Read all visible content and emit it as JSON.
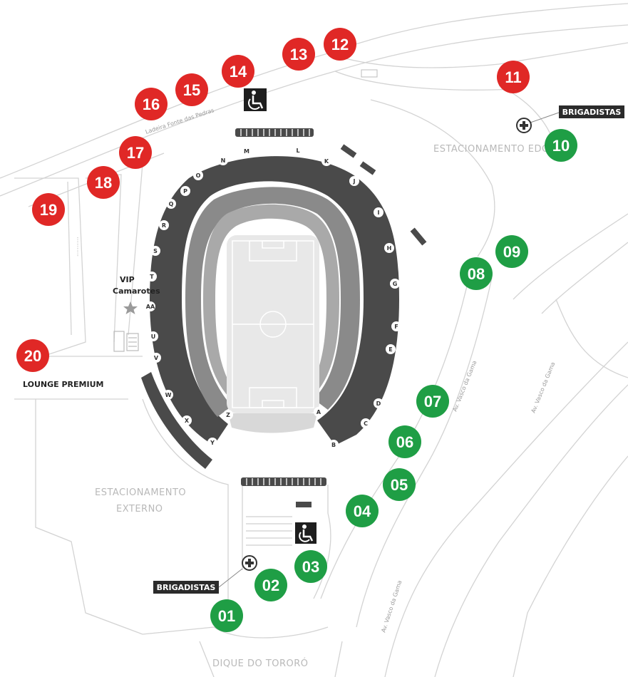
{
  "colors": {
    "gate_red": "#e02826",
    "gate_green": "#1f9e45",
    "stand_dark": "#4a4a4a",
    "stand_mid": "#7a7a7a",
    "field": "#e6e6e6",
    "road_line": "#cfcfcf"
  },
  "gates": [
    {
      "number": "01",
      "color": "green"
    },
    {
      "number": "02",
      "color": "green"
    },
    {
      "number": "03",
      "color": "green"
    },
    {
      "number": "04",
      "color": "green"
    },
    {
      "number": "05",
      "color": "green"
    },
    {
      "number": "06",
      "color": "green"
    },
    {
      "number": "07",
      "color": "green"
    },
    {
      "number": "08",
      "color": "green"
    },
    {
      "number": "09",
      "color": "green"
    },
    {
      "number": "10",
      "color": "green"
    },
    {
      "number": "11",
      "color": "red"
    },
    {
      "number": "12",
      "color": "red"
    },
    {
      "number": "13",
      "color": "red"
    },
    {
      "number": "14",
      "color": "red"
    },
    {
      "number": "15",
      "color": "red"
    },
    {
      "number": "16",
      "color": "red"
    },
    {
      "number": "17",
      "color": "red"
    },
    {
      "number": "18",
      "color": "red"
    },
    {
      "number": "19",
      "color": "red"
    },
    {
      "number": "20",
      "color": "red"
    }
  ],
  "labels": {
    "brigadistas_top": "BRIGADISTAS",
    "brigadistas_bottom": "BRIGADISTAS",
    "estacionamento_edg": "ESTACIONAMENTO EDG",
    "estacionamento_externo_1": "ESTACIONAMENTO",
    "estacionamento_externo_2": "EXTERNO",
    "dique": "DIQUE DO TORORÓ",
    "lounge": "LOUNGE PREMIUM",
    "vip": "VIP",
    "camarotes": "Camarotes",
    "street_top": "Ladeira Fonte das Pedras",
    "street_right_1": "Av. Vasco da Gama",
    "street_right_2": "Av. Vasco da Gama",
    "street_bottom": "Av. Vasco da Gama"
  },
  "sectors_east": [
    "J",
    "I",
    "H",
    "G",
    "F",
    "E",
    "D",
    "C",
    "B"
  ],
  "sectors_west": [
    "P",
    "Q",
    "R",
    "S",
    "T",
    "AA",
    "U",
    "V",
    "W",
    "X",
    "Y"
  ],
  "sectors_north": [
    "O",
    "N",
    "M",
    "L",
    "K"
  ],
  "sectors_south": [
    "Z",
    "A"
  ],
  "icons": {
    "accessibility": "wheelchair-icon",
    "first_aid": "first-aid-icon",
    "vip": "star-icon"
  }
}
